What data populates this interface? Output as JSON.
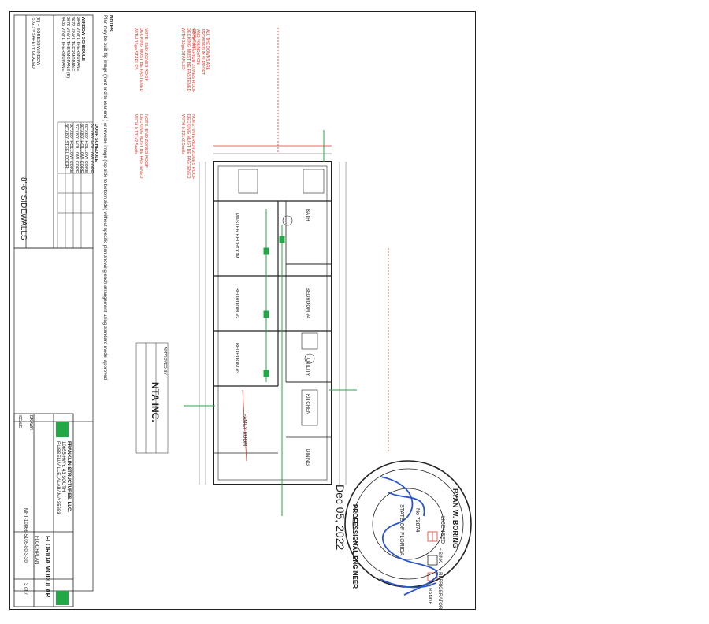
{
  "notes": {
    "heading": "NOTES!",
    "line": "Plan may be built flip image (front end to rear end ) or reverse image (top side to bottom side) without specific plan showing each arrangement using standard model approved"
  },
  "window_schedule": {
    "title": "WINDOW SCHEDULE",
    "rows": [
      "3048 VINYL THERMOPANE",
      "3672 VINYL THERMOPANE",
      "3672 VINYL THERMOPANE (E)",
      "4436 VINYL THERMOPANE"
    ],
    "legend": [
      "(E) = EGRESS WINDOW",
      "(S.G.) = SAFETY GLAZED"
    ]
  },
  "door_schedule": {
    "title": "DOOR SCHEDULE",
    "rows": [
      "24\"X80\" HOLLOW CORE",
      "28\"X80\" HOLLOW CORE",
      "30\"X80\" HOLLOW CORE",
      "32\"X80\" HOLLOW CORE",
      "36\"X80\" HOLLOW CORE",
      "36\"X80\" STEEL DOOR"
    ]
  },
  "sidewalls_label": "8'-6\" SIDEWALLS",
  "red_notes": [
    "NOTE: INTERIOR ZONES ROOF DECKING MUST BE FASTENED WITH 15ga STAPLES",
    "NOTE: END ZONES ROOF DECKING MUST BE FASTENED WITH 15ga STAPLES",
    "NOTE: INTERIOR ZONES ROOF DECKING MUST BE FASTENED WITH 0.131x2.5nails",
    "NOTE: END ZONES ROOF DECKING MUST BE FASTENED WITH 0.131x2.5nails",
    "ALL THE DOWNS ARE PROVIDED IN SUPPORT AND FOUNDATION DRAWINGS"
  ],
  "rooms": [
    "MASTER BEDROOM",
    "BEDROOM #2",
    "BEDROOM #3",
    "BEDROOM #4",
    "BATH",
    "UTILITY",
    "KITCHEN",
    "DINING",
    "FAMILY ROOM"
  ],
  "approval": {
    "approved_by": "APPROVED BY",
    "logo": "NTA INC."
  },
  "title_block": {
    "company": "FRANKLIN STRUCTURES, LLC.",
    "address1": "10655 HWY. 43 SOUTH",
    "address2": "RUSSELLVILLE, ALABAMA 35653",
    "product": "FLORIDA MODULAR",
    "sheet_title": "FLOORPLAN",
    "drawing_no": "MFT-10866-5105-80-3-30",
    "sheet": "3 of 7",
    "drawn_label": "DRAWN",
    "scale_label": "SCALE"
  },
  "legend": {
    "sink": "= SINK",
    "refrigerator": "= REFRIGERATOR",
    "range": "= RANGE"
  },
  "stamp": {
    "name": "RYAN W. BORING",
    "license": "No 72874",
    "state": "STATE OF FLORIDA",
    "role": "PROFESSIONAL ENGINEER",
    "word_licensed": "LICENSED"
  },
  "date": "Dec 05, 2022",
  "colors": {
    "red": "#e0392b",
    "green": "#22a845",
    "blue": "#2a56c8",
    "line": "#222222"
  }
}
